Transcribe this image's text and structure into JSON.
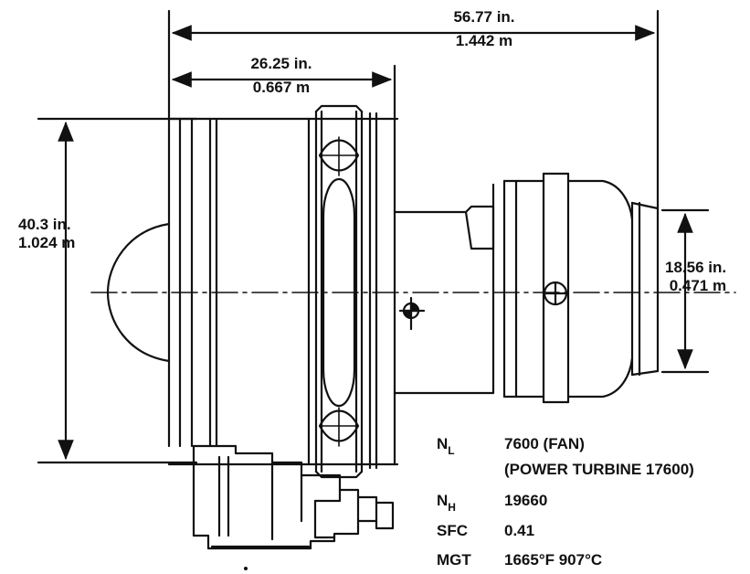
{
  "dimensions": {
    "overall_length": {
      "in": "56.77 in.",
      "m": "1.442 m"
    },
    "fan_length": {
      "in": "26.25 in.",
      "m": "0.667 m"
    },
    "fan_diameter": {
      "in": "40.3 in.",
      "m": "1.024 m"
    },
    "exhaust_diameter": {
      "in": "18.56 in.",
      "m": "0.471 m"
    }
  },
  "specs": [
    {
      "key": "N",
      "sub": "L",
      "value": "7600 (FAN)",
      "value2": "(POWER TURBINE 17600)"
    },
    {
      "key": "N",
      "sub": "H",
      "value": "19660"
    },
    {
      "key": "SFC",
      "sub": "",
      "value": "0.41"
    },
    {
      "key": "MGT",
      "sub": "",
      "value": "1665°F 907°C"
    }
  ]
}
